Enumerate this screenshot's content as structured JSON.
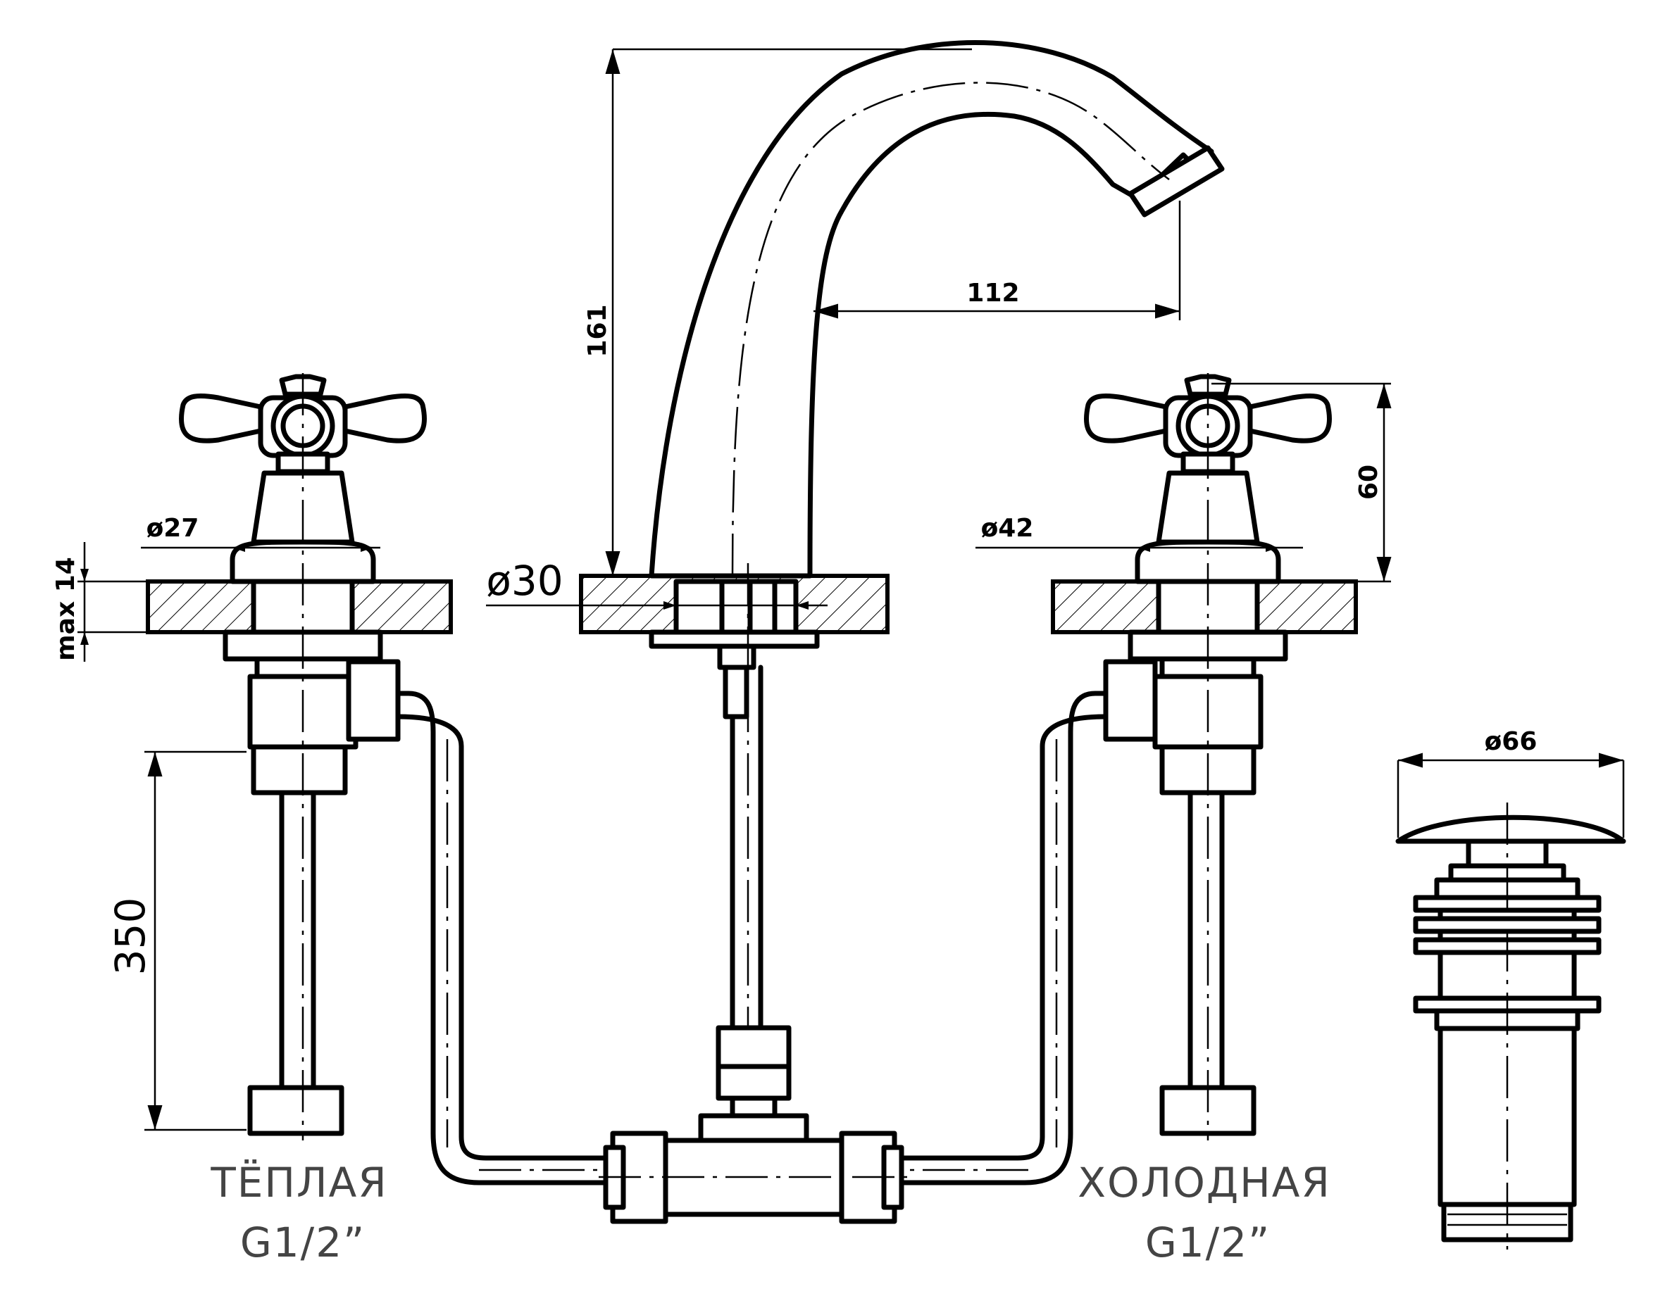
{
  "dimensions": {
    "spout_height": "161",
    "spout_reach": "112",
    "handle_height": "60",
    "hot_flange_diameter": "ø27",
    "cold_flange_diameter": "ø42",
    "spout_base_diameter": "ø30",
    "countertop_thickness": "max 14",
    "hose_length": "350",
    "drain_diameter": "ø66"
  },
  "labels": {
    "hot_title": "ТЁПЛАЯ",
    "hot_thread": "G1/2”",
    "cold_title": "ХОЛОДНАЯ",
    "cold_thread": "G1/2”"
  }
}
